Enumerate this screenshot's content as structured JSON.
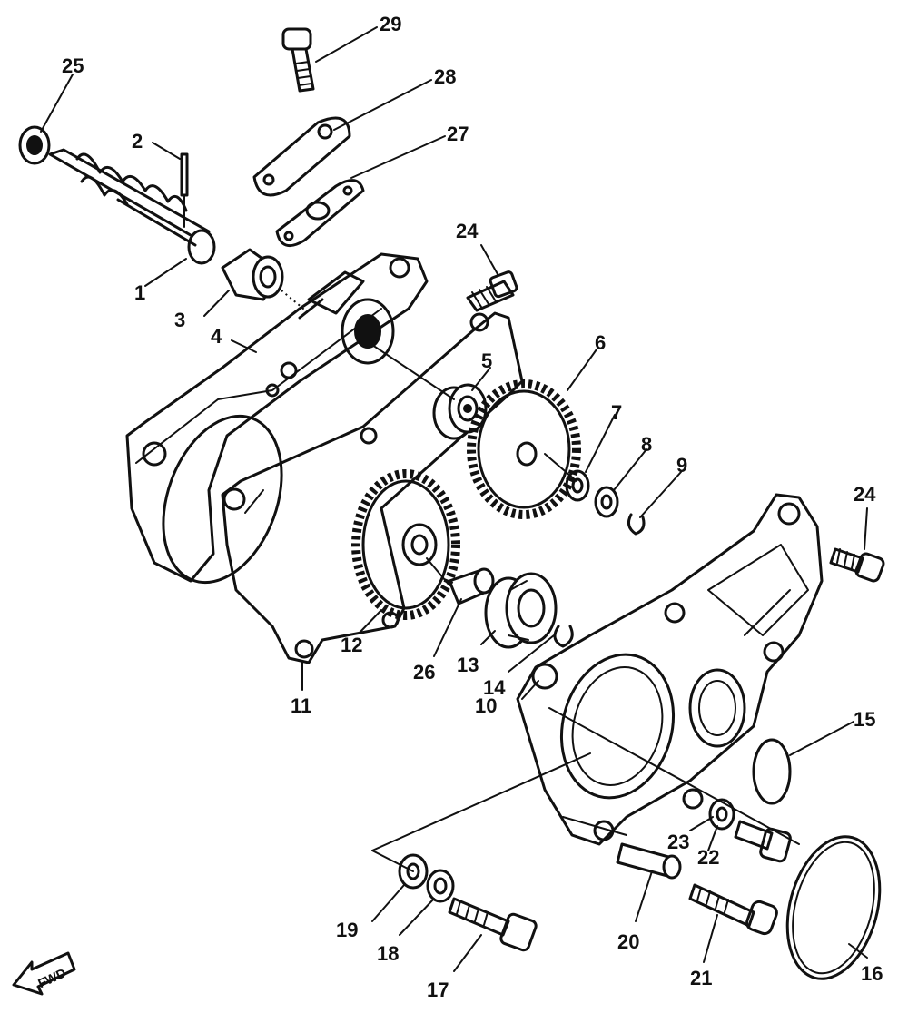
{
  "callouts": {
    "c1": "1",
    "c2": "2",
    "c3": "3",
    "c4": "4",
    "c5": "5",
    "c6": "6",
    "c7": "7",
    "c8": "8",
    "c9": "9",
    "c10": "10",
    "c11": "11",
    "c12": "12",
    "c13": "13",
    "c14": "14",
    "c15": "15",
    "c16": "16",
    "c17": "17",
    "c18": "18",
    "c19": "19",
    "c20": "20",
    "c21": "21",
    "c22": "22",
    "c23": "23",
    "c24a": "24",
    "c24b": "24",
    "c25": "25",
    "c26": "26",
    "c27": "27",
    "c28": "28",
    "c29": "29"
  },
  "fwd_label": "FWD"
}
